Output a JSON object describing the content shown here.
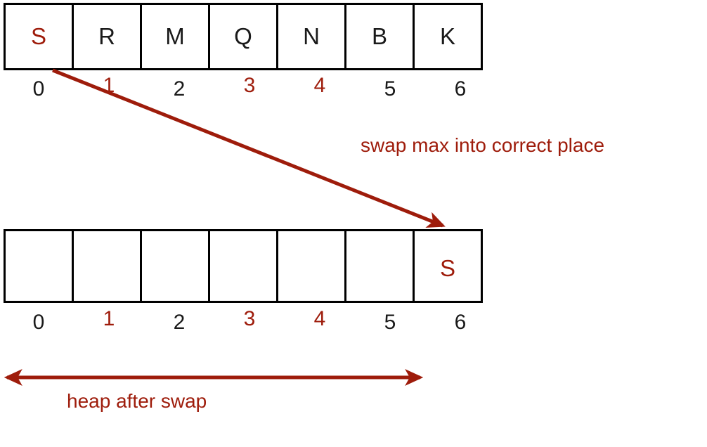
{
  "diagram": {
    "title": "heap sort swap step",
    "accent_color": "#9E1C0B",
    "line_color": "#000000",
    "background": "#ffffff"
  },
  "top_array": {
    "name": "heap-before-swap",
    "cells": [
      {
        "value": "S",
        "highlight": true
      },
      {
        "value": "R",
        "highlight": false
      },
      {
        "value": "M",
        "highlight": false
      },
      {
        "value": "Q",
        "highlight": false
      },
      {
        "value": "N",
        "highlight": false
      },
      {
        "value": "B",
        "highlight": false
      },
      {
        "value": "K",
        "highlight": false
      }
    ],
    "indices": [
      {
        "label": "0",
        "highlight": false
      },
      {
        "label": "1",
        "highlight": true
      },
      {
        "label": "2",
        "highlight": false
      },
      {
        "label": "3",
        "highlight": true
      },
      {
        "label": "4",
        "highlight": true
      },
      {
        "label": "5",
        "highlight": false
      },
      {
        "label": "6",
        "highlight": false
      }
    ]
  },
  "bottom_array": {
    "name": "array-after-swap",
    "cells": [
      {
        "value": "",
        "highlight": false
      },
      {
        "value": "",
        "highlight": false
      },
      {
        "value": "",
        "highlight": false
      },
      {
        "value": "",
        "highlight": false
      },
      {
        "value": "",
        "highlight": false
      },
      {
        "value": "",
        "highlight": false
      },
      {
        "value": "S",
        "highlight": true
      }
    ],
    "indices": [
      {
        "label": "0",
        "highlight": false
      },
      {
        "label": "1",
        "highlight": true
      },
      {
        "label": "2",
        "highlight": false
      },
      {
        "label": "3",
        "highlight": true
      },
      {
        "label": "4",
        "highlight": true
      },
      {
        "label": "5",
        "highlight": false
      },
      {
        "label": "6",
        "highlight": false
      }
    ]
  },
  "annotations": {
    "swap_max": "swap max into correct place",
    "heap_after": "heap after swap"
  }
}
